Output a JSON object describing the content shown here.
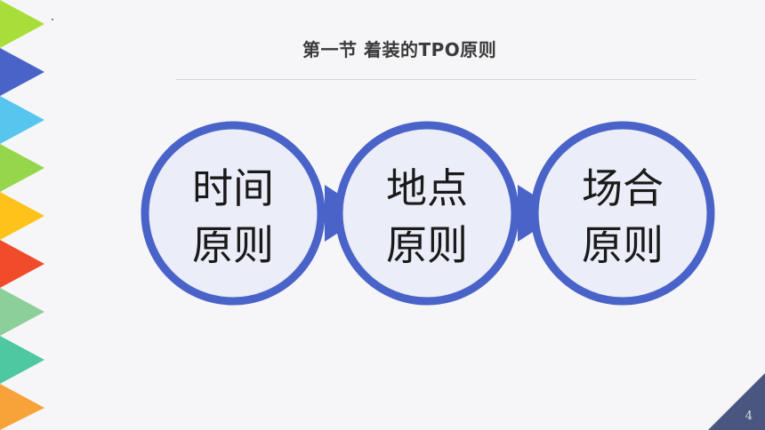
{
  "slide": {
    "title": "第一节  着装的TPO原则",
    "page_number": "4"
  },
  "principles": [
    {
      "line1": "时间",
      "line2": "原则"
    },
    {
      "line1": "地点",
      "line2": "原则"
    },
    {
      "line1": "场合",
      "line2": "原则"
    }
  ],
  "colors": {
    "circle_ring": "#4a63c8",
    "circle_fill": "#ebedf8",
    "background": "#f6f6f8",
    "title_text": "#3a3a3a",
    "corner_accent": "#4a5580",
    "side_triangles": [
      "#a7de3a",
      "#4a63c8",
      "#57c6ee",
      "#95d64a",
      "#ffc21a",
      "#f04b2a",
      "#8dcf9a",
      "#4dc8a0",
      "#f7a33a"
    ]
  }
}
